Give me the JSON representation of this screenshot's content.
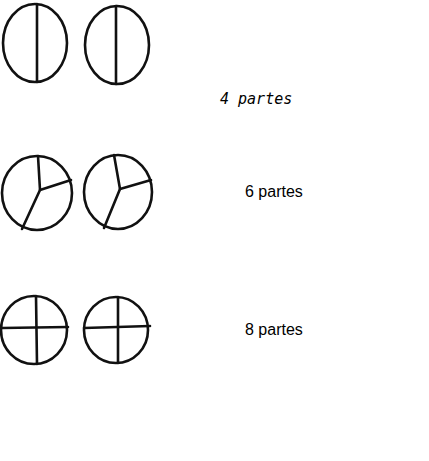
{
  "diagram": {
    "labels": [
      "4 partes",
      "6 partes",
      "8 partes"
    ]
  }
}
